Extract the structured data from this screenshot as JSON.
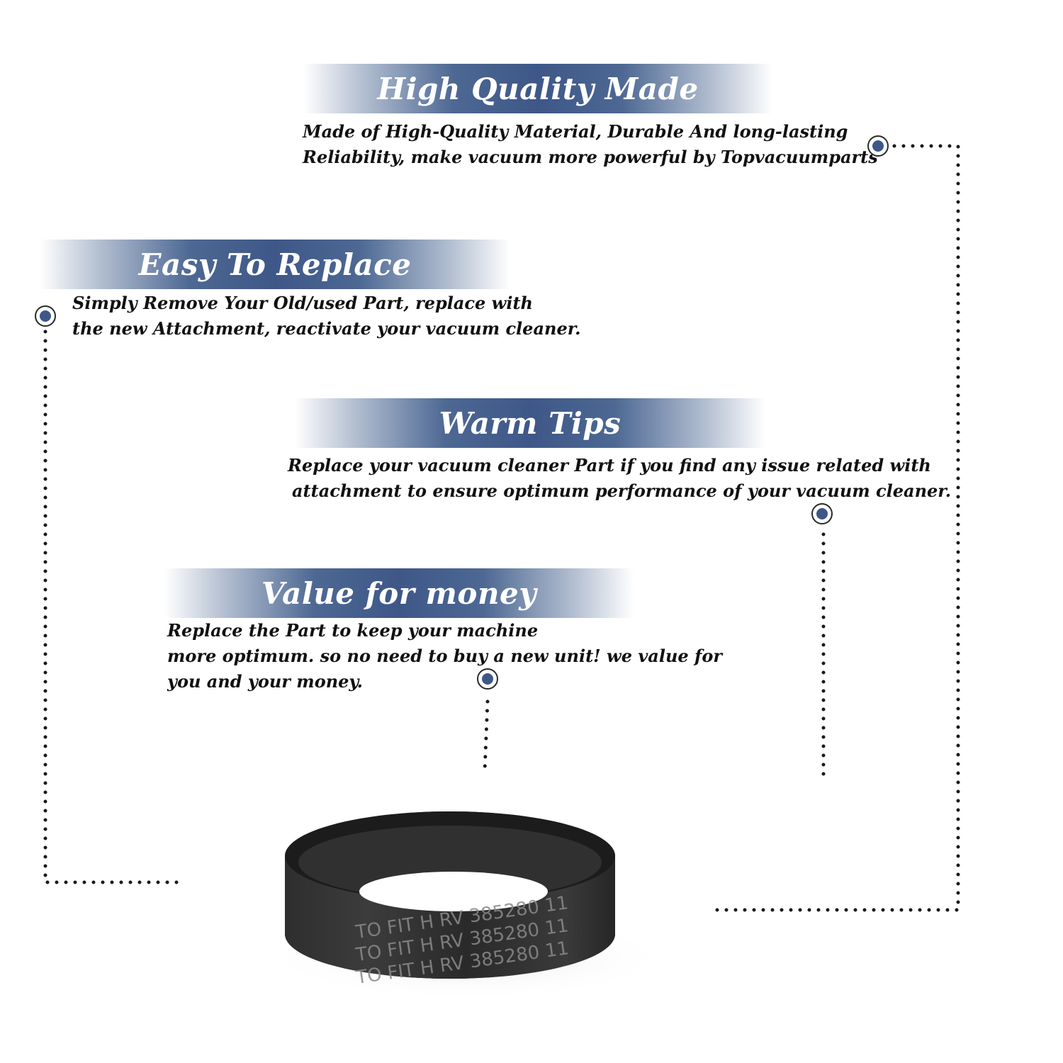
{
  "features": [
    {
      "title": "High Quality Made",
      "lines": [
        "Made of  High-Quality Material, Durable And long-lasting",
        "Reliability, make vacuum more powerful by Topvacuumparts"
      ]
    },
    {
      "title": "Easy To Replace",
      "lines": [
        "Simply Remove Your Old/used Part, replace with",
        "the new Attachment, reactivate your vacuum cleaner."
      ]
    },
    {
      "title": "Warm Tips",
      "lines": [
        "Replace your vacuum cleaner Part if you find any issue related with",
        "attachment to ensure optimum performance of your vacuum cleaner."
      ]
    },
    {
      "title": "Value for money",
      "lines": [
        "Replace the Part to keep your machine",
        "more optimum. so no need to buy a new unit! we value for",
        "you and your money."
      ]
    }
  ],
  "product": {
    "name": "vacuum belt",
    "imprint": "TO FIT H RV 385280 11"
  },
  "colors": {
    "banner_blue": "#3e5788",
    "marker_blue": "#3e5788",
    "text": "#111111"
  }
}
